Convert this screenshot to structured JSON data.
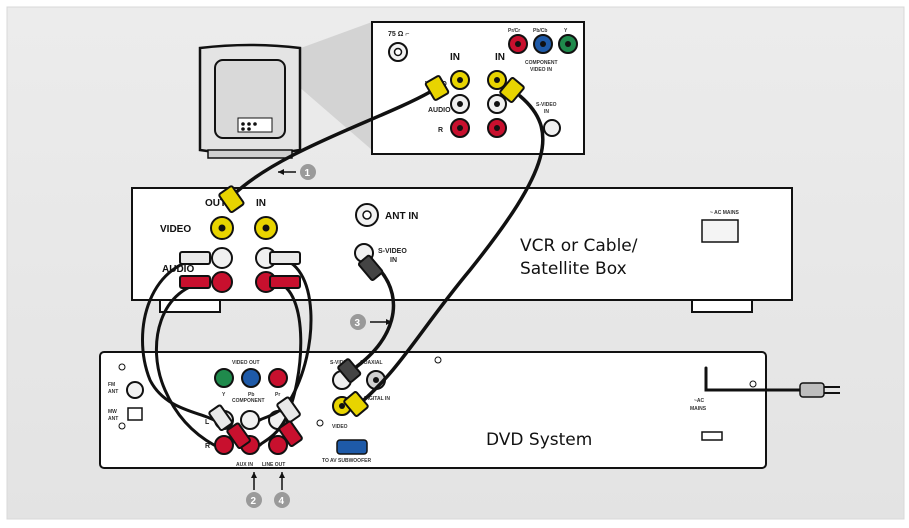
{
  "tv_panel": {
    "antenna_label": "75 Ω ⌐",
    "in_label_left": "IN",
    "in_label_right": "IN",
    "video_label": "VIDEO",
    "audio_label": "AUDIO",
    "r_label": "R",
    "component_jack_labels": [
      "Pr/Cr",
      "Pb/Cb",
      "Y"
    ],
    "component_title_1": "COMPONENT",
    "component_title_2": "VIDEO IN",
    "svideo_label_1": "S-VIDEO",
    "svideo_label_2": "IN"
  },
  "vcr": {
    "out_label": "OUT",
    "in_label": "IN",
    "video_label": "VIDEO",
    "audio_label": "AUDIO",
    "ant_in_label": "ANT IN",
    "svideo_label_1": "S-VIDEO",
    "svideo_label_2": "IN",
    "ac_label": "~ AC MAINS",
    "name_line_1": "VCR or Cable/",
    "name_line_2": "Satellite Box"
  },
  "dvd": {
    "fm_label_1": "FM",
    "fm_label_2": "ANT",
    "mw_label_1": "MW",
    "mw_label_2": "ANT",
    "video_out_label": "VIDEO OUT",
    "comp_y": "Y",
    "comp_pb": "Pb",
    "comp_pr": "Pr",
    "component_label": "COMPONENT",
    "l_label": "L",
    "r_label": "R",
    "aux_in_label": "AUX IN",
    "line_out_label": "LINE OUT",
    "svideo_label": "S-VIDEO",
    "coaxial_label": "COAXIAL",
    "digital_in_label": "DIGITAL IN",
    "video_label": "VIDEO",
    "subwoofer_label": "TO AV SUBWOOFER",
    "ac_label_1": "~AC",
    "ac_label_2": "MAINS",
    "name": "DVD System"
  },
  "steps": [
    "1",
    "2",
    "3",
    "4"
  ],
  "colors": {
    "yellow": "#e8d400",
    "red": "#c8102e",
    "white_plug": "#e8e8e8",
    "green": "#1f8a4c",
    "blue": "#1e5aa8",
    "cable": "#111111",
    "step_circle": "#9a9a9a"
  }
}
